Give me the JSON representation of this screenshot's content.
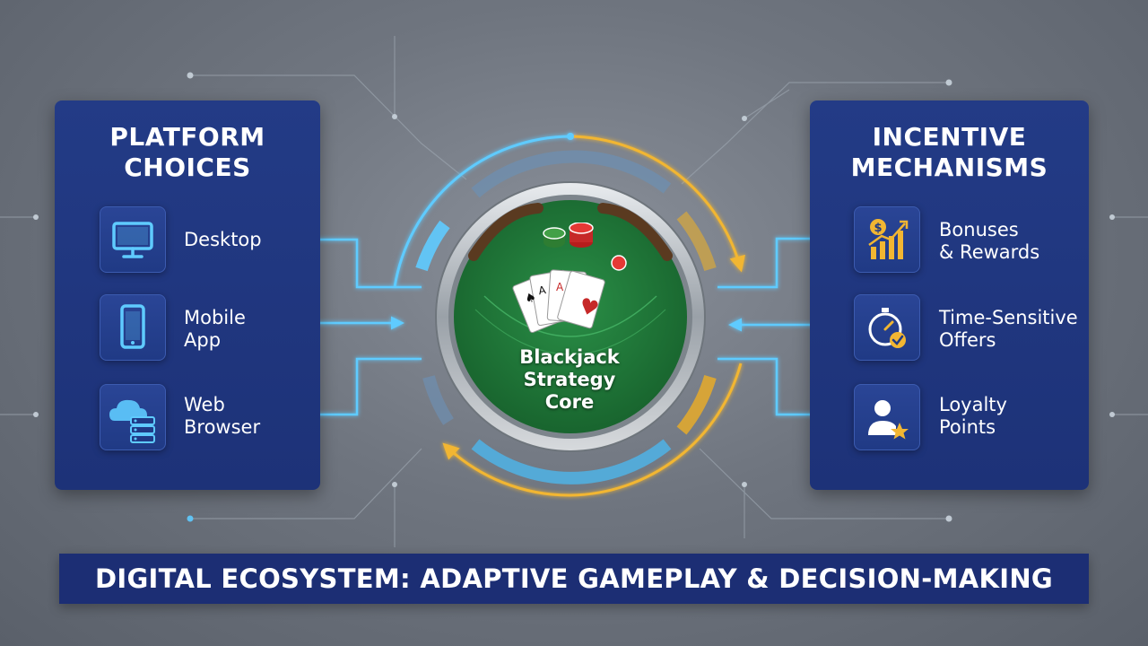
{
  "left_panel": {
    "title_line1": "PLATFORM",
    "title_line2": "CHOICES",
    "items": [
      {
        "label_line1": "Desktop",
        "label_line2": "",
        "icon": "desktop-monitor-icon"
      },
      {
        "label_line1": "Mobile",
        "label_line2": "App",
        "icon": "mobile-phone-icon"
      },
      {
        "label_line1": "Web",
        "label_line2": "Browser",
        "icon": "cloud-server-icon"
      }
    ]
  },
  "right_panel": {
    "title_line1": "INCENTIVE",
    "title_line2": "MECHANISMS",
    "items": [
      {
        "label_line1": "Bonuses",
        "label_line2": "& Rewards",
        "icon": "money-growth-chart-icon"
      },
      {
        "label_line1": "Time-Sensitive",
        "label_line2": "Offers",
        "icon": "stopwatch-check-icon"
      },
      {
        "label_line1": "Loyalty",
        "label_line2": "Points",
        "icon": "user-star-icon"
      }
    ]
  },
  "core": {
    "line1": "Blackjack",
    "line2": "Strategy",
    "line3": "Core",
    "icon": "blackjack-table-icon"
  },
  "banner": {
    "title": "DIGITAL ECOSYSTEM: ADAPTIVE GAMEPLAY & DECISION-MAKING"
  },
  "colors": {
    "panel_bg": "#233b86",
    "accent_blue": "#4fc3f7",
    "accent_gold": "#f2b632",
    "felt_green": "#1f7a3a",
    "banner_bg": "#1c2e74"
  }
}
